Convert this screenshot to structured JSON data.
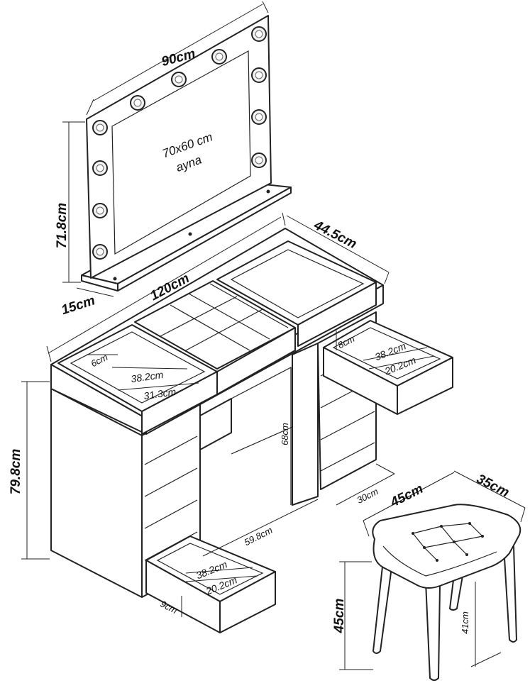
{
  "mirror": {
    "width": "90cm",
    "height": "71.8cm",
    "depth": "15cm",
    "glass_size": "70x60 cm",
    "glass_label": "ayna"
  },
  "desk": {
    "width": "120cm",
    "depth": "44.5cm",
    "height": "79.8cm",
    "knee_height": "68cm",
    "knee_width": "59.8cm",
    "drawer_depth": "30cm"
  },
  "top_tray": {
    "depth": "6cm",
    "inner_width": "38.2cm",
    "inner_depth": "31.3cm"
  },
  "right_drawer": {
    "height": "8cm",
    "width": "38.2cm",
    "depth": "20.2cm"
  },
  "bottom_drawer": {
    "height": "9cm",
    "width": "38.2cm",
    "depth": "20.2cm"
  },
  "stool": {
    "width": "45cm",
    "depth": "35cm",
    "height": "45cm",
    "leg_height": "41cm"
  }
}
